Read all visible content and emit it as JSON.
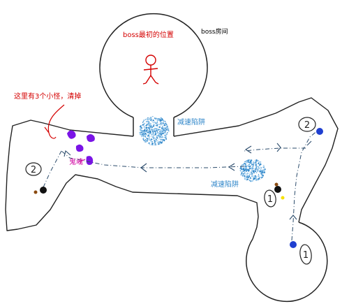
{
  "labels": {
    "boss_start": "boss最初的位置",
    "boss_room": "boss房间",
    "three_monsters": "这里有3个小怪，清掉",
    "ghost": "鬼魂",
    "slow_trap_1": "减速陷阱",
    "slow_trap_2": "减速陷阱"
  },
  "markers": {
    "right_start": "1",
    "right_wait": "2",
    "left_wait": "2",
    "mid_wait": "1"
  },
  "colors": {
    "outline": "#222222",
    "annotation_red": "#d40000",
    "ghost_purple": "#7a14e6",
    "ghost_label": "#d000a0",
    "trap_blue": "#2f86c9",
    "player_blue": "#1f3fd0",
    "path": "#2b4b6b",
    "yellow": "#f7e100",
    "brown": "#8a4a10"
  }
}
